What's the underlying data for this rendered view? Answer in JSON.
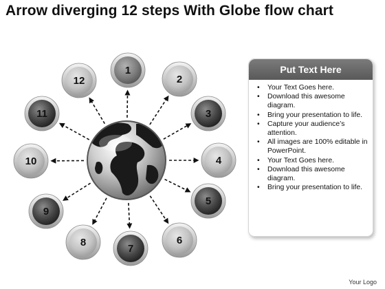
{
  "title": "Arrow diverging 12 steps With Globe flow chart",
  "steps": [
    "1",
    "2",
    "3",
    "4",
    "5",
    "6",
    "7",
    "8",
    "9",
    "10",
    "11",
    "12"
  ],
  "panel": {
    "header": "Put Text Here",
    "items": [
      "Your Text Goes here.",
      "Download this awesome diagram.",
      "Bring your presentation to life.",
      "Capture your audience’s attention.",
      "All images are 100% editable in PowerPoint.",
      "Your Text Goes here.",
      "Download this awesome diagram.",
      "Bring your presentation to life."
    ]
  },
  "logo": "Your Logo",
  "colors": {
    "circle_dark": "#3a3a3a",
    "circle_light": "#c4c4c4",
    "panel_header": "#6a6a6a"
  },
  "icons": {
    "center": "globe-icon",
    "connectors": "dashed-arrow"
  }
}
